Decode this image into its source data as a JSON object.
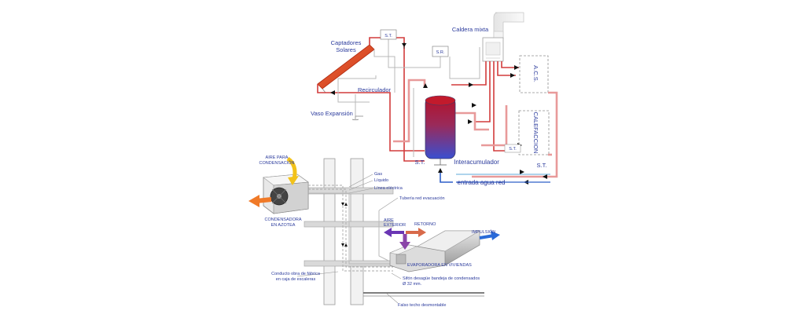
{
  "labels": {
    "captadores_1": "Captadores",
    "captadores_2": "Solares",
    "st_top": "S.T.",
    "sr": "S.R.",
    "caldera": "Caldera mixta",
    "acs": "A.C.S.",
    "calefaccion": "CALEFACCION",
    "recirculador": "Recirculador",
    "vaso_expansion": "Vaso Expansión",
    "st_left": "S.T.",
    "st_mid": "S.T.",
    "st_right": "S.T.",
    "interacumulador": "Interacumulador",
    "entrada_agua": "entrada agua red",
    "aire_cond_1": "AIRE PARA",
    "aire_cond_2": "CONDENSACIÓN",
    "gas": "Gas",
    "liquido": "Líquido",
    "linea_electrica": "Línea eléctrica",
    "tuberia": "Tubería red evacuación",
    "condensadora_1": "CONDENSADORA",
    "condensadora_2": "EN AZOTEA",
    "aire_ext_1": "AIRE",
    "aire_ext_2": "EXTERIOR",
    "retorno": "RETORNO",
    "impulsion": "IMPULSIÓN",
    "evaporadora": "EVAPORADORA EN VIVIENDAS",
    "conducto_1": "Conducto obra de fábrica",
    "conducto_2": "en caja de escaleras",
    "sifon_1": "Sifón desagüe bandeja de condensados",
    "sifon_2": "Ø 32 mm.",
    "falso_techo": "Falso techo desmontable"
  },
  "colors": {
    "label_blue": "#2a3a9c",
    "hot_pipe": "#d23c3c",
    "return_pipe": "#e89a9a",
    "cold_pipe": "#2d5fc8",
    "tank_top": "#b3122a",
    "tank_bottom": "#3a4fd0"
  }
}
